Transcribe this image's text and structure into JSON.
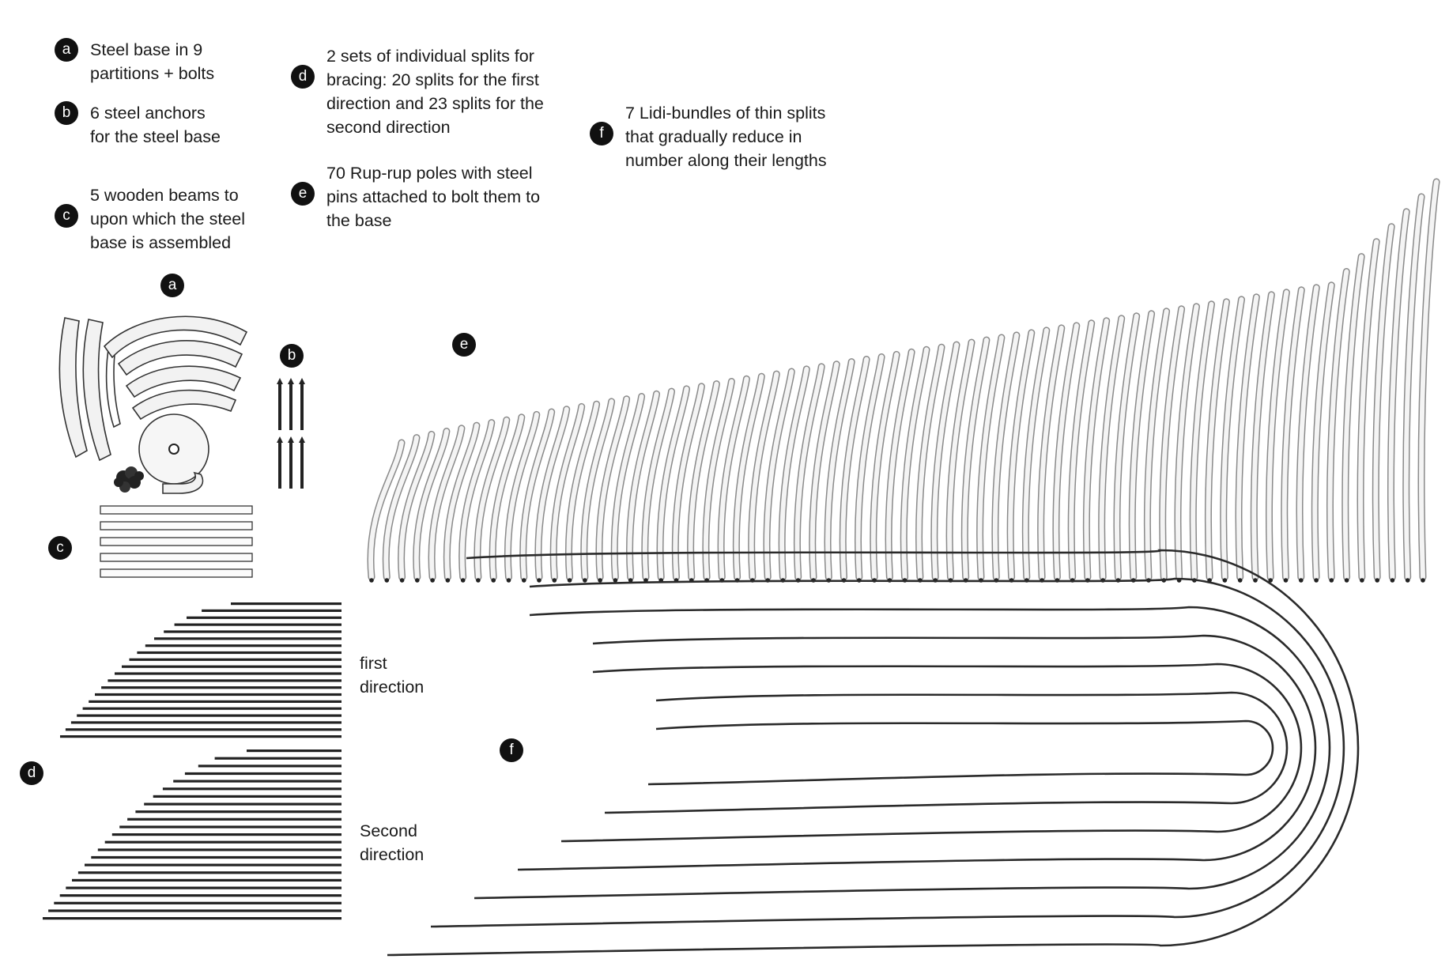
{
  "legend": [
    {
      "id": "a",
      "lines": [
        "Steel base in 9",
        "partitions + bolts"
      ]
    },
    {
      "id": "b",
      "lines": [
        "6 steel anchors",
        "for the steel base"
      ]
    },
    {
      "id": "c",
      "lines": [
        "5 wooden beams to",
        "upon which the steel",
        "base is assembled"
      ]
    },
    {
      "id": "d",
      "lines": [
        "2 sets of individual splits for",
        "bracing: 20 splits for the first",
        "direction and 23 splits for the",
        "second direction"
      ]
    },
    {
      "id": "e",
      "lines": [
        "70 Rup-rup poles with steel",
        "pins attached to bolt them to",
        "the base"
      ]
    },
    {
      "id": "f",
      "lines": [
        "7 Lidi-bundles of thin splits",
        "that gradually reduce in",
        "number along their lengths"
      ]
    }
  ],
  "tags": [
    "a",
    "b",
    "c",
    "d",
    "e",
    "f"
  ],
  "direction_labels": {
    "first": [
      "first",
      "direction"
    ],
    "second": [
      "Second",
      "direction"
    ]
  },
  "counts": {
    "splits_first": 20,
    "splits_second": 23,
    "poles": 70,
    "bundles": 7,
    "anchors": 6,
    "beams": 5,
    "partitions": 9
  },
  "colors": {
    "ink": "#111111",
    "line": "#2a2a2a",
    "pole_fill": "#f4f4f4",
    "pole_edge": "#8a8a8a"
  }
}
